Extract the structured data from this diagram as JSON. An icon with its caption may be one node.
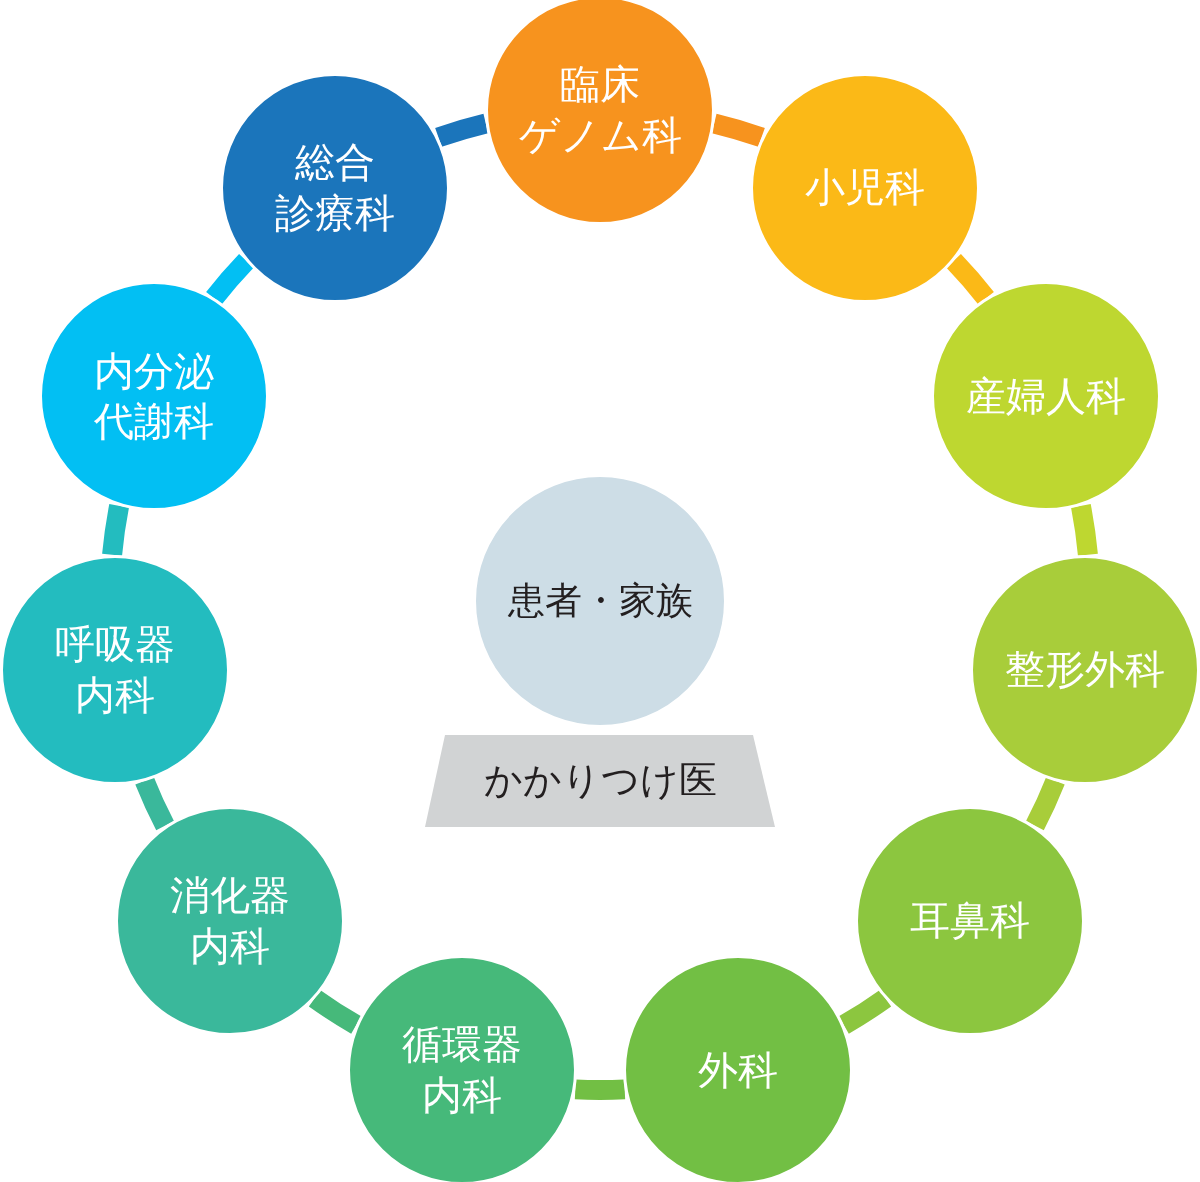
{
  "diagram": {
    "nodes": [
      {
        "text": [
          "臨床ゲノム科"
        ]
      },
      {
        "text": [
          "小児科"
        ]
      },
      {
        "text": [
          "産婦人科"
        ]
      },
      {
        "text": [
          "整形外科"
        ]
      },
      {
        "text": [
          "耳鼻科"
        ]
      },
      {
        "text": [
          "外科"
        ]
      },
      {
        "text": [
          "循環器内科"
        ]
      },
      {
        "text": [
          "消化器内科"
        ]
      },
      {
        "text": [
          "呼吸器内科"
        ]
      },
      {
        "text": [
          "内分泌代謝科"
        ]
      },
      {
        "text": [
          "総合診療科"
        ]
      },
      {
        "text": [
          "患者・家族"
        ]
      },
      {
        "text": [
          "かかりつけ医"
        ]
      }
    ],
    "edges": [
      {
        "from": 0,
        "to": 1,
        "arrow": "none",
        "color": "#f7931e"
      },
      {
        "from": 1,
        "to": 2,
        "arrow": "none",
        "color": "#fbb917"
      },
      {
        "from": 2,
        "to": 3,
        "arrow": "none",
        "color": "#bed730"
      },
      {
        "from": 3,
        "to": 4,
        "arrow": "none",
        "color": "#a8cd3a"
      },
      {
        "from": 4,
        "to": 5,
        "arrow": "none",
        "color": "#8cc63f"
      },
      {
        "from": 5,
        "to": 6,
        "arrow": "none",
        "color": "#72bf44"
      },
      {
        "from": 6,
        "to": 7,
        "arrow": "none",
        "color": "#46b97a"
      },
      {
        "from": 7,
        "to": 8,
        "arrow": "none",
        "color": "#3ab89b"
      },
      {
        "from": 8,
        "to": 9,
        "arrow": "none",
        "color": "#23bcbf"
      },
      {
        "from": 9,
        "to": 10,
        "arrow": "none",
        "color": "#02bff3"
      },
      {
        "from": 10,
        "to": 0,
        "arrow": "none",
        "color": "#1b75bb"
      }
    ]
  }
}
